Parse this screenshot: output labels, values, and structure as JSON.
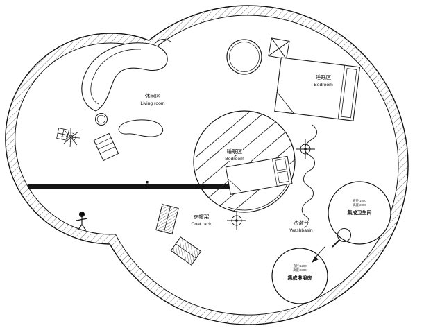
{
  "colors": {
    "background": "#ffffff",
    "line": "#1a1a1a",
    "hatch": "#4a4a4a"
  },
  "areas": {
    "living_room": {
      "zh": "休闲区",
      "en": "Living room"
    },
    "bedroom_right": {
      "zh": "睡眠区",
      "en": "Bedroom"
    },
    "bedroom_center": {
      "zh": "睡眠区",
      "en": "Bedroom"
    },
    "coat_rack": {
      "zh": "衣帽架",
      "en": "Coat rack"
    },
    "washbasin": {
      "zh": "洗漱台",
      "en": "Washbasin"
    },
    "bathroom_pod": {
      "spec_line1": "直径:1500",
      "spec_line2": "高度:2300",
      "name": "集成卫生间"
    },
    "shower_pod": {
      "spec_line1": "直径:1200",
      "spec_line2": "高度:2300",
      "name": "集成淋浴房"
    }
  },
  "icons": {
    "survey_marker": "circle-with-cross",
    "vent_box": "square-with-X",
    "plant": "radial-leaf-burst",
    "washbasin_faucet": "magnifier-shape",
    "person": "stick-figure",
    "flow_arrow": "down-left-arrow"
  }
}
